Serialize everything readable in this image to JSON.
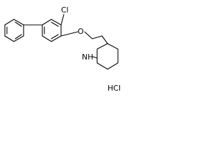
{
  "molecule": {
    "atoms": {
      "chlorine": "Cl",
      "oxygen": "O",
      "amine": "NH"
    },
    "salt": "HCl"
  }
}
